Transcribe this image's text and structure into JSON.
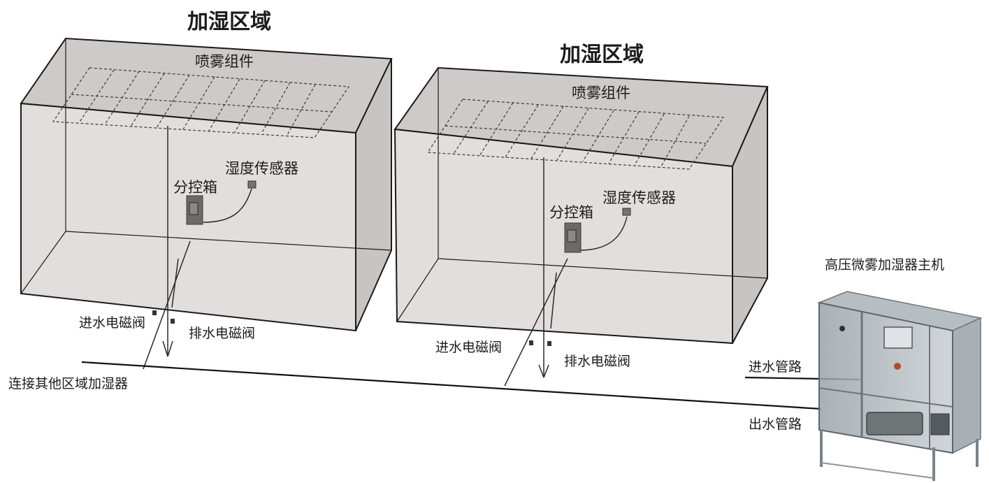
{
  "zones": [
    {
      "title": "加湿区域",
      "spray_label": "喷雾组件",
      "sensor_label": "湿度传感器",
      "box_label": "分控箱",
      "inlet_valve_label": "进水电磁阀",
      "drain_valve_label": "排水电磁阀"
    },
    {
      "title": "加湿区域",
      "spray_label": "喷雾组件",
      "sensor_label": "湿度传感器",
      "box_label": "分控箱",
      "inlet_valve_label": "进水电磁阀",
      "drain_valve_label": "排水电磁阀"
    }
  ],
  "connect_label": "连接其他区域加湿器",
  "host": {
    "title": "高压微雾加湿器主机",
    "inlet_pipe_label": "进水管路",
    "outlet_pipe_label": "出水管路"
  },
  "colors": {
    "room_fill": "#dad5d5",
    "line": "#1a1a1a",
    "host_frame": "#8d959c"
  }
}
